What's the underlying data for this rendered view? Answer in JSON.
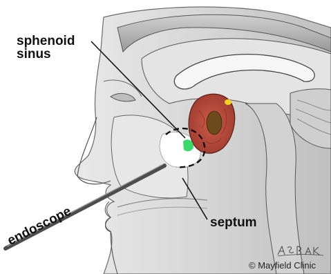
{
  "labels": {
    "sphenoid_sinus": "sphenoid sinus",
    "septum": "septum",
    "endoscope": "endoscope"
  },
  "credits": {
    "artist_signature": "A.S BAKER",
    "copyright": "© Mayfield Clinic"
  },
  "colors": {
    "background": "#ffffff",
    "skin_shading": "#d9d9d9",
    "line_art": "#555555",
    "tumor": "#b8483a",
    "tumor_core": "#6b4a1c",
    "green_marker": "#39d96a",
    "yellow_gland": "#f2d21b",
    "endoscope_shaft": "#4d4d4d"
  }
}
